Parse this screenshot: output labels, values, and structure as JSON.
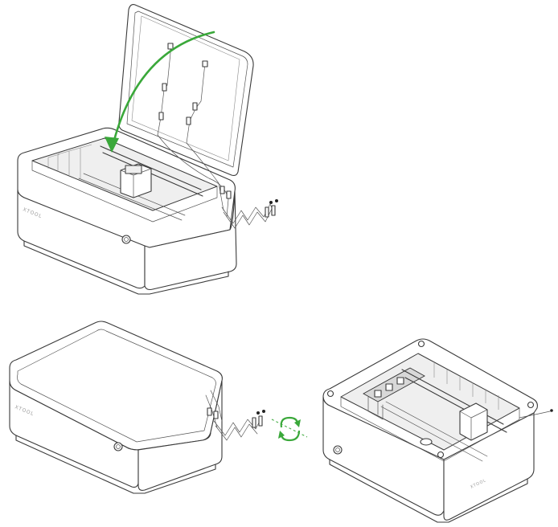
{
  "figure": {
    "panels": [
      {
        "id": "open-lid",
        "brand_label": "XTOOL"
      },
      {
        "id": "closed-lid",
        "brand_label": "XTOOL"
      },
      {
        "id": "rotated-machine",
        "brand_label": "XTOOL"
      }
    ],
    "colors": {
      "line_art": "#3a3a3a",
      "accent_arrow": "#3aa83a",
      "background": "#ffffff"
    },
    "icons": [
      "open-lid-arrow-icon",
      "rotate-icon"
    ]
  }
}
